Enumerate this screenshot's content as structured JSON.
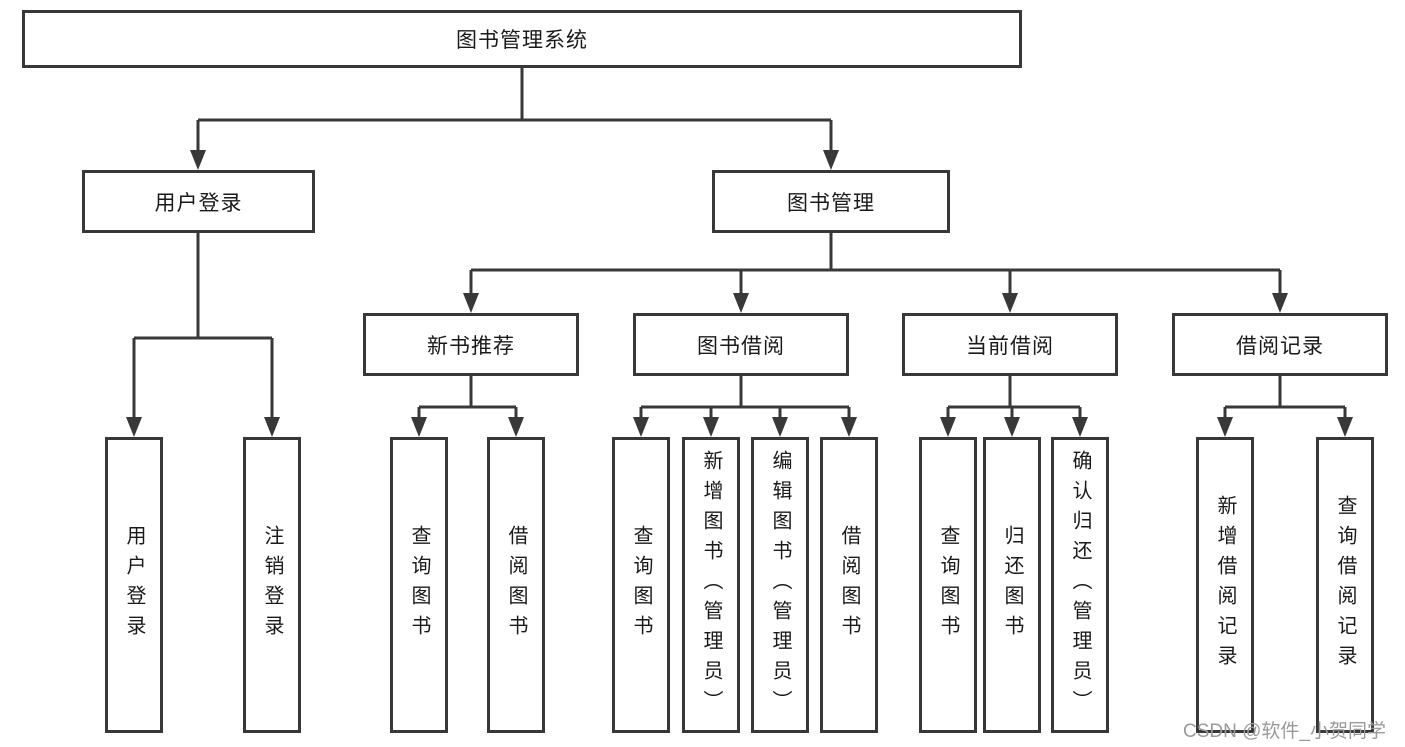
{
  "diagram": {
    "root": {
      "label": "图书管理系统"
    },
    "level2": [
      {
        "label": "用户登录"
      },
      {
        "label": "图书管理"
      }
    ],
    "level3": [
      {
        "label": "新书推荐",
        "parent": "图书管理"
      },
      {
        "label": "图书借阅",
        "parent": "图书管理"
      },
      {
        "label": "当前借阅",
        "parent": "图书管理"
      },
      {
        "label": "借阅记录",
        "parent": "图书管理"
      }
    ],
    "leaves": [
      {
        "label": "用户登录",
        "parent": "用户登录"
      },
      {
        "label": "注销登录",
        "parent": "用户登录"
      },
      {
        "label": "查询图书",
        "parent": "新书推荐"
      },
      {
        "label": "借阅图书",
        "parent": "新书推荐"
      },
      {
        "label": "查询图书",
        "parent": "图书借阅"
      },
      {
        "label": "新增图书（管理员）",
        "parent": "图书借阅"
      },
      {
        "label": "编辑图书（管理员）",
        "parent": "图书借阅"
      },
      {
        "label": "借阅图书",
        "parent": "图书借阅"
      },
      {
        "label": "查询图书",
        "parent": "当前借阅"
      },
      {
        "label": "归还图书",
        "parent": "当前借阅"
      },
      {
        "label": "确认归还（管理员）",
        "parent": "当前借阅"
      },
      {
        "label": "新增借阅记录",
        "parent": "借阅记录"
      },
      {
        "label": "查询借阅记录",
        "parent": "借阅记录"
      }
    ],
    "watermark": "CSDN @软件_小贺同学",
    "colors": {
      "line": "#383838",
      "box_border": "#383838",
      "box_fill": "#ffffff",
      "text": "#1a1a1a",
      "watermark": "#9a9a9a",
      "background": "#ffffff"
    }
  }
}
